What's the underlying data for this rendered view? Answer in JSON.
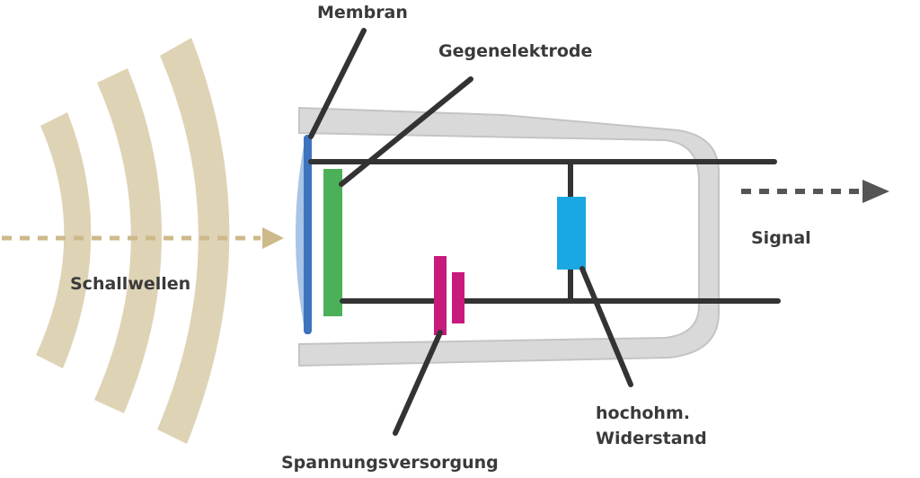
{
  "labels": {
    "membrane": "Membran",
    "counter_electrode": "Gegenelektrode",
    "sound_waves": "Schallwellen",
    "signal": "Signal",
    "resistor_line1": "hochohm.",
    "resistor_line2": "Widerstand",
    "power_supply": "Spannungsversorgung"
  },
  "colors": {
    "sound_wave": "#dfd3b6",
    "sound_arrow": "#cdb98a",
    "housing": "#d9d9d9",
    "housing_stroke": "#c4c4c4",
    "membrane_dark": "#3d74bd",
    "membrane_light": "#a8c4e6",
    "counter_electrode": "#4bb159",
    "resistor": "#1aa7e2",
    "battery": "#c8197c",
    "wire": "#333333",
    "signal_arrow": "#555555",
    "text": "#3a3a3a"
  }
}
